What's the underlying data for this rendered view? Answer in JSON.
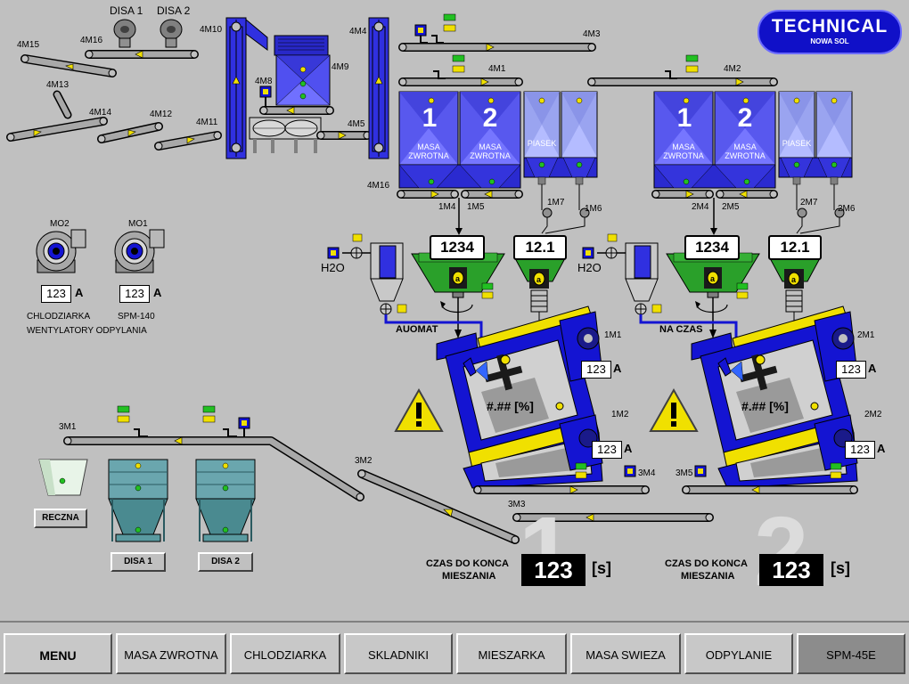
{
  "logo": {
    "brand": "TECHNICAL",
    "sub": "NOWA SOL"
  },
  "labels": {
    "disa1_top": "DISA 1",
    "disa2_top": "DISA 2",
    "m4M15": "4M15",
    "m4M16a": "4M16",
    "m4M13": "4M13",
    "m4M14": "4M14",
    "m4M12": "4M12",
    "m4M11": "4M11",
    "m4M10": "4M10",
    "m4M8": "4M8",
    "m4M9": "4M9",
    "m4M4": "4M4",
    "m4M5": "4M5",
    "m4M3": "4M3",
    "m4M1": "4M1",
    "m4M2": "4M2",
    "m4M16b": "4M16",
    "m1M4": "1M4",
    "m1M5": "1M5",
    "m1M7": "1M7",
    "m1M6": "1M6",
    "m2M4": "2M4",
    "m2M5": "2M5",
    "m2M7": "2M7",
    "m2M6": "2M6",
    "m1M1": "1M1",
    "m1M2": "1M2",
    "m2M1": "2M1",
    "m2M2": "2M2",
    "m3M1": "3M1",
    "m3M2": "3M2",
    "m3M3": "3M3",
    "m3M4": "3M4",
    "m3M5": "3M5",
    "mo2": "MO2",
    "mo1": "MO1",
    "chlodziarka": "CHLODZIARKA",
    "spm140": "SPM-140",
    "wentylatory": "WENTYLATORY ODPYLANIA",
    "h2o_1": "H2O",
    "h2o_2": "H2O",
    "auomat": "AUOMAT",
    "naczas": "NA CZAS",
    "czas1a": "CZAS DO KONCA",
    "czas1b": "MIESZANIA",
    "czas2a": "CZAS DO KONCA",
    "czas2b": "MIESZANIA",
    "unit_s1": "[s]",
    "unit_s2": "[s]",
    "unit_a": "A"
  },
  "bins": {
    "n1": "1",
    "n2": "2",
    "masa": "MASA",
    "zwrotna": "ZWROTNA",
    "piasek": "PIASEK"
  },
  "values": {
    "mo2_amp": "123",
    "mo1_amp": "123",
    "weigh1_big": "1234",
    "weigh1_small": "12.1",
    "weigh2_big": "1234",
    "weigh2_small": "12.1",
    "mixer1_m1_amp": "123",
    "mixer1_m2_amp": "123",
    "mixer2_m1_amp": "123",
    "mixer2_m2_amp": "123",
    "mixer1_moist": "#.## [%]",
    "mixer2_moist": "#.## [%]",
    "timer1": "123",
    "timer2": "123",
    "station1": "1",
    "station2": "2"
  },
  "buttons": {
    "reczna": "RECZNA",
    "disa1": "DISA 1",
    "disa2": "DISA 2"
  },
  "nav": {
    "menu": "MENU",
    "masa_zwrotna": "MASA ZWROTNA",
    "chlodziarka": "CHLODZIARKA",
    "skladniki": "SKLADNIKI",
    "mieszarka": "MIESZARKA",
    "masa_swieza": "MASA SWIEZA",
    "odpylanie": "ODPYLANIE",
    "spm45e": "SPM-45E"
  },
  "colors": {
    "equipment_blue": "#1414d2",
    "hopper_green": "#2aa02a",
    "bin_teal": "#5a9aa0",
    "mixer_yellow": "#f0e000",
    "nav_active": "#8c8c8c"
  }
}
